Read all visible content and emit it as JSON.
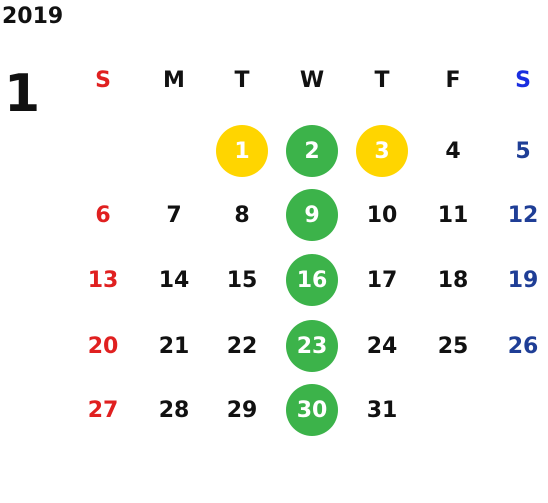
{
  "calendar": {
    "year": "2019",
    "month": "1",
    "weekdays": [
      {
        "label": "S",
        "color": "#e02020"
      },
      {
        "label": "M",
        "color": "#111111"
      },
      {
        "label": "T",
        "color": "#111111"
      },
      {
        "label": "W",
        "color": "#111111"
      },
      {
        "label": "T",
        "color": "#111111"
      },
      {
        "label": "F",
        "color": "#111111"
      },
      {
        "label": "S",
        "color": "#1a2ee0"
      }
    ],
    "days": [
      {
        "label": "1",
        "col": 4,
        "row": 0,
        "color": "#ffffff",
        "highlight": "#ffd500"
      },
      {
        "label": "2",
        "col": 3,
        "row": 0,
        "color": "#ffffff",
        "highlight": "#3cb34a"
      },
      {
        "label": "3",
        "col": 4,
        "row": 0,
        "color": "#ffffff",
        "highlight": "#ffd500"
      },
      {
        "label": "4",
        "col": 5,
        "row": 0,
        "color": "#111111"
      },
      {
        "label": "5",
        "col": 6,
        "row": 0,
        "color": "#1f3e96"
      },
      {
        "label": "6",
        "col": 0,
        "row": 1,
        "color": "#e02020"
      },
      {
        "label": "7",
        "col": 1,
        "row": 1,
        "color": "#111111"
      },
      {
        "label": "8",
        "col": 2,
        "row": 1,
        "color": "#111111"
      },
      {
        "label": "9",
        "col": 3,
        "row": 1,
        "color": "#ffffff",
        "highlight": "#3cb34a"
      },
      {
        "label": "10",
        "col": 4,
        "row": 1,
        "color": "#111111"
      },
      {
        "label": "11",
        "col": 5,
        "row": 1,
        "color": "#111111"
      },
      {
        "label": "12",
        "col": 6,
        "row": 1,
        "color": "#1f3e96"
      },
      {
        "label": "13",
        "col": 0,
        "row": 2,
        "color": "#e02020"
      },
      {
        "label": "14",
        "col": 1,
        "row": 2,
        "color": "#111111"
      },
      {
        "label": "15",
        "col": 2,
        "row": 2,
        "color": "#111111"
      },
      {
        "label": "16",
        "col": 3,
        "row": 2,
        "color": "#ffffff",
        "highlight": "#3cb34a"
      },
      {
        "label": "17",
        "col": 4,
        "row": 2,
        "color": "#111111"
      },
      {
        "label": "18",
        "col": 5,
        "row": 2,
        "color": "#111111"
      },
      {
        "label": "19",
        "col": 6,
        "row": 2,
        "color": "#1f3e96"
      },
      {
        "label": "20",
        "col": 0,
        "row": 3,
        "color": "#e02020"
      },
      {
        "label": "21",
        "col": 1,
        "row": 3,
        "color": "#111111"
      },
      {
        "label": "22",
        "col": 2,
        "row": 3,
        "color": "#111111"
      },
      {
        "label": "23",
        "col": 3,
        "row": 3,
        "color": "#ffffff",
        "highlight": "#3cb34a"
      },
      {
        "label": "24",
        "col": 4,
        "row": 3,
        "color": "#111111"
      },
      {
        "label": "25",
        "col": 5,
        "row": 3,
        "color": "#111111"
      },
      {
        "label": "26",
        "col": 6,
        "row": 3,
        "color": "#1f3e96"
      },
      {
        "label": "27",
        "col": 0,
        "row": 4,
        "color": "#e02020"
      },
      {
        "label": "28",
        "col": 1,
        "row": 4,
        "color": "#111111"
      },
      {
        "label": "29",
        "col": 2,
        "row": 4,
        "color": "#111111"
      },
      {
        "label": "30",
        "col": 3,
        "row": 4,
        "color": "#ffffff",
        "highlight": "#3cb34a"
      },
      {
        "label": "31",
        "col": 4,
        "row": 4,
        "color": "#111111"
      }
    ]
  }
}
